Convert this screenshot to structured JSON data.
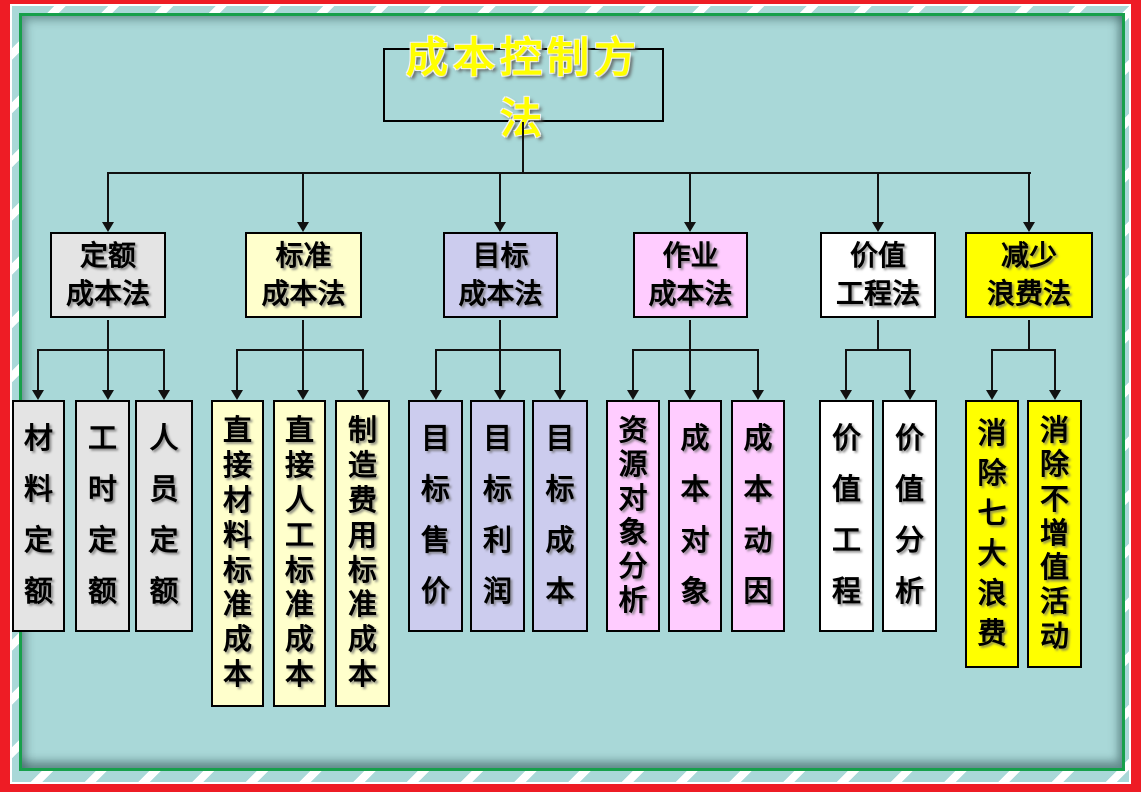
{
  "title": "成本控制方法",
  "branches": [
    {
      "label": "定额\n成本法",
      "color": "#e4e4e4",
      "children": [
        "材料定额",
        "工时定额",
        "人员定额"
      ]
    },
    {
      "label": "标准\n成本法",
      "color": "#ffffcc",
      "children": [
        "直接材料标准成本",
        "直接人工标准成本",
        "制造费用标准成本"
      ]
    },
    {
      "label": "目标\n成本法",
      "color": "#ccccee",
      "children": [
        "目标售价",
        "目标利润",
        "目标成本"
      ]
    },
    {
      "label": "作业\n成本法",
      "color": "#ffccff",
      "children": [
        "资源对象分析",
        "成本对象",
        "成本动因"
      ]
    },
    {
      "label": "价值\n工程法",
      "color": "#ffffff",
      "children": [
        "价值工程",
        "价值分析"
      ]
    },
    {
      "label": "减少\n浪费法",
      "color": "#ffff00",
      "children": [
        "消除七大浪费",
        "消除不增值活动"
      ]
    }
  ],
  "colors": {
    "background": "#a9d8d8",
    "frame_red": "#ee1c25",
    "frame_green": "#17a04b",
    "title_text": "#ffff00",
    "line": "#111111"
  }
}
